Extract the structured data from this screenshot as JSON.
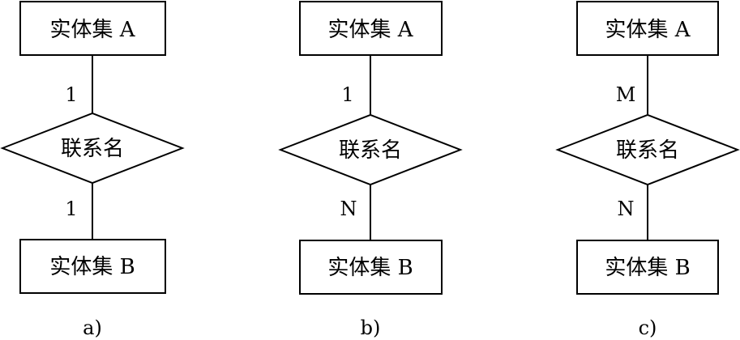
{
  "diagrams": [
    {
      "entity_top": "实体集 A",
      "relationship": "联系名",
      "entity_bottom": "实体集 B",
      "card_top": "1",
      "card_bottom": "1",
      "caption": "a)"
    },
    {
      "entity_top": "实体集 A",
      "relationship": "联系名",
      "entity_bottom": "实体集 B",
      "card_top": "1",
      "card_bottom": "N",
      "caption": "b)"
    },
    {
      "entity_top": "实体集 A",
      "relationship": "联系名",
      "entity_bottom": "实体集 B",
      "card_top": "M",
      "card_bottom": "N",
      "caption": "c)"
    }
  ]
}
